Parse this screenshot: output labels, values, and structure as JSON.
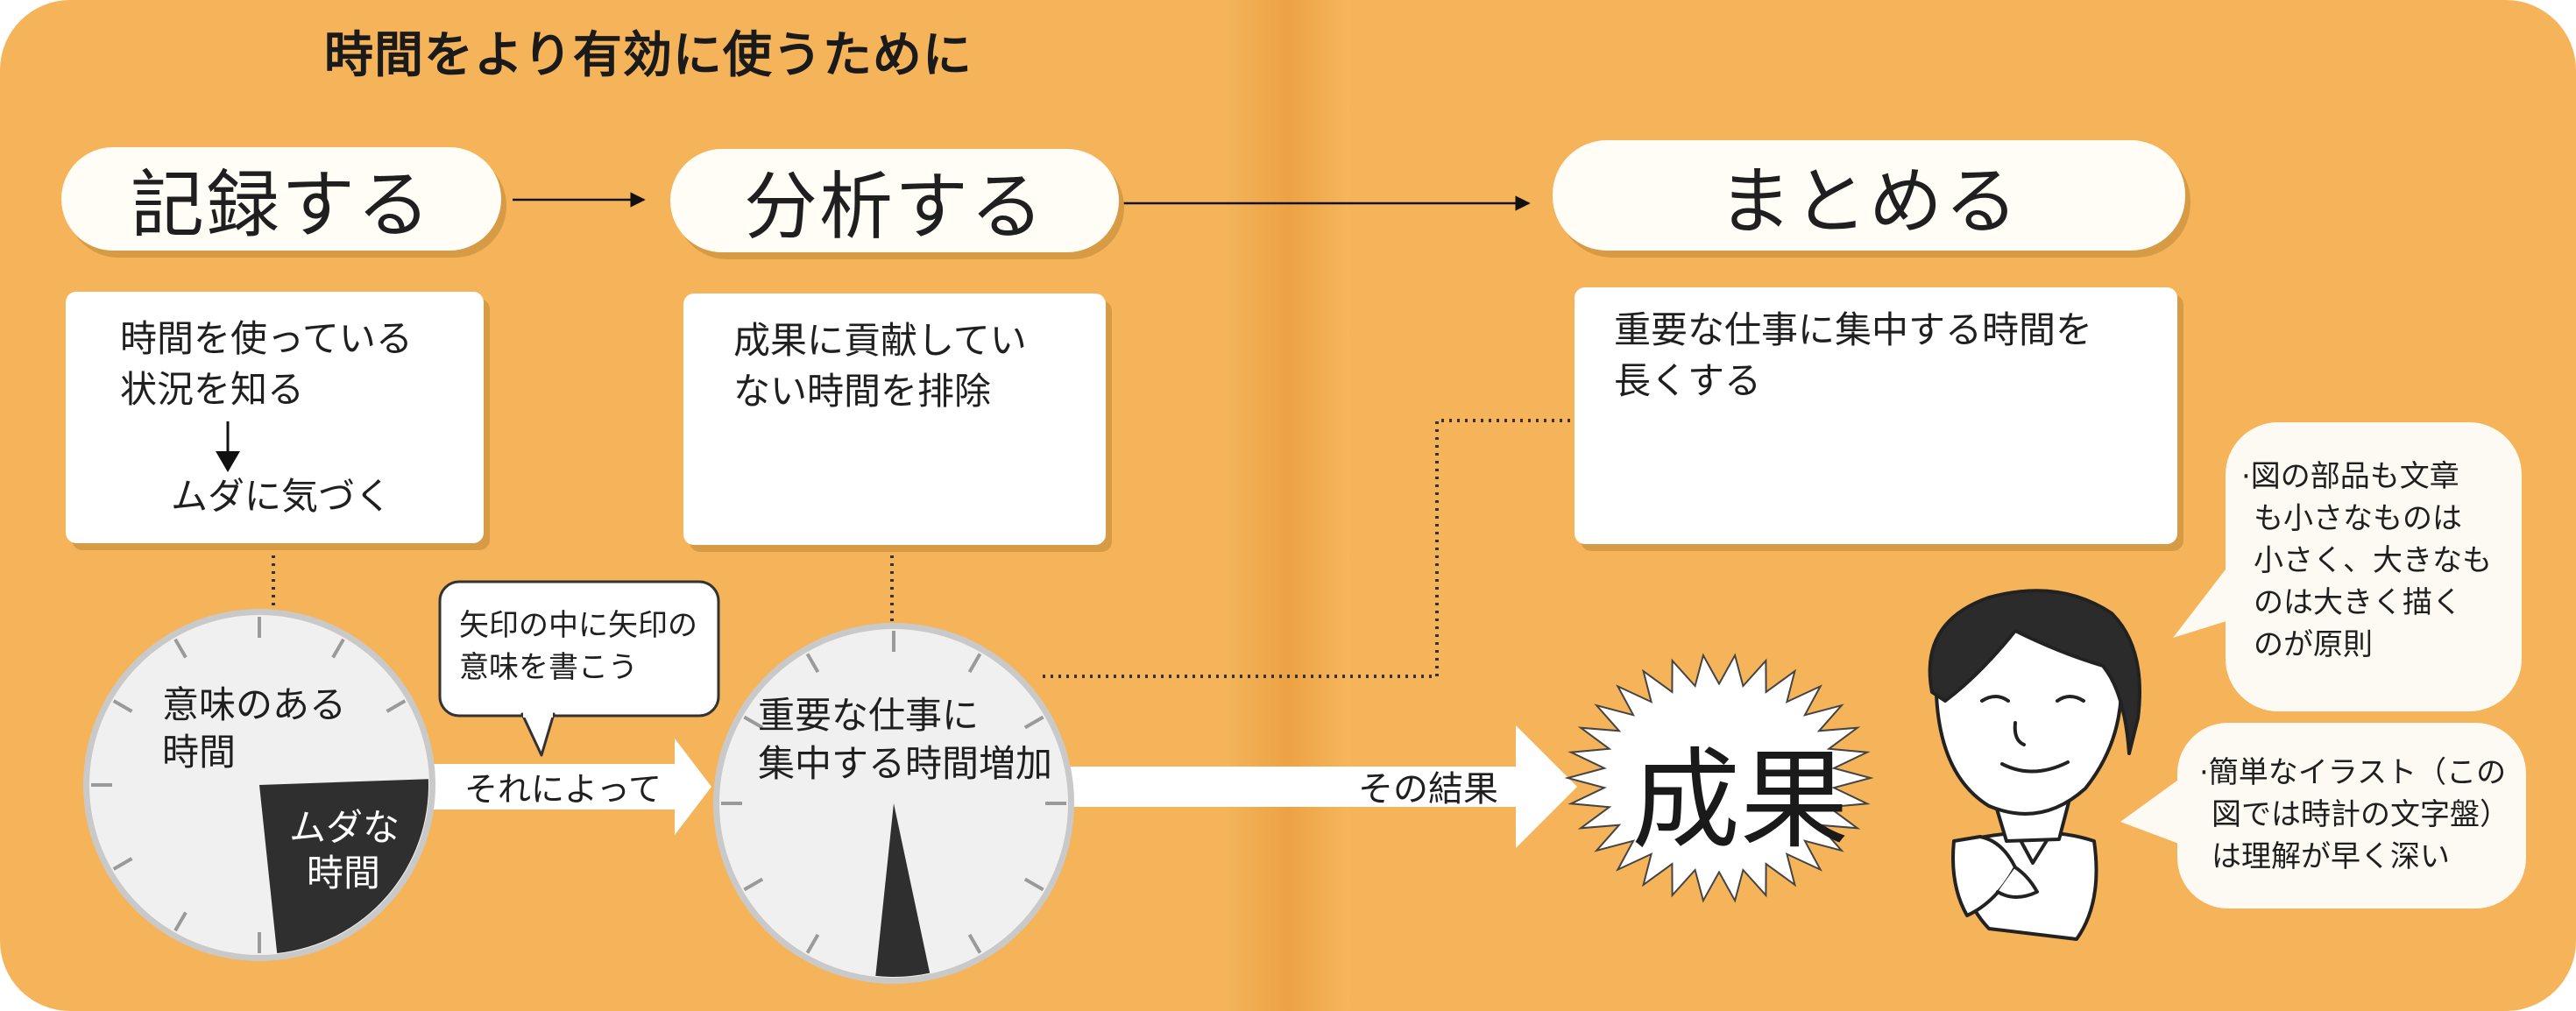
{
  "title": "時間をより有効に使うために",
  "steps": [
    {
      "label": "記録する",
      "card_lines": [
        "時間を使っている",
        "状況を知る"
      ],
      "card_result": "ムダに気づく"
    },
    {
      "label": "分析する",
      "card_lines": [
        "成果に貢献してい",
        "ない時間を排除"
      ]
    },
    {
      "label": "まとめる",
      "card_lines": [
        "重要な仕事に集中する時間を",
        "長くする"
      ]
    }
  ],
  "clock1": {
    "meaningful": [
      "意味のある",
      "時間"
    ],
    "waste": [
      "ムダな",
      "時間"
    ]
  },
  "clock2": {
    "label": [
      "重要な仕事に",
      "集中する時間増加"
    ]
  },
  "arrow_labels": {
    "therefore": "それによって",
    "result": "その結果"
  },
  "tip_bubble": [
    "矢印の中に矢印の",
    "意味を書こう"
  ],
  "result": "成果",
  "notes": [
    [
      "·図の部品も文章",
      "も小さなものは",
      "小さく、大きなも",
      "のは大きく描く",
      "のが原則"
    ],
    [
      "·簡単なイラスト（この",
      "図では時計の文字盤）",
      "は理解が早く深い"
    ]
  ],
  "colors": {
    "background": "#f5b45a",
    "card": "#ffffff",
    "shadow": "#d79b45",
    "waste": "#2f2f2f"
  }
}
